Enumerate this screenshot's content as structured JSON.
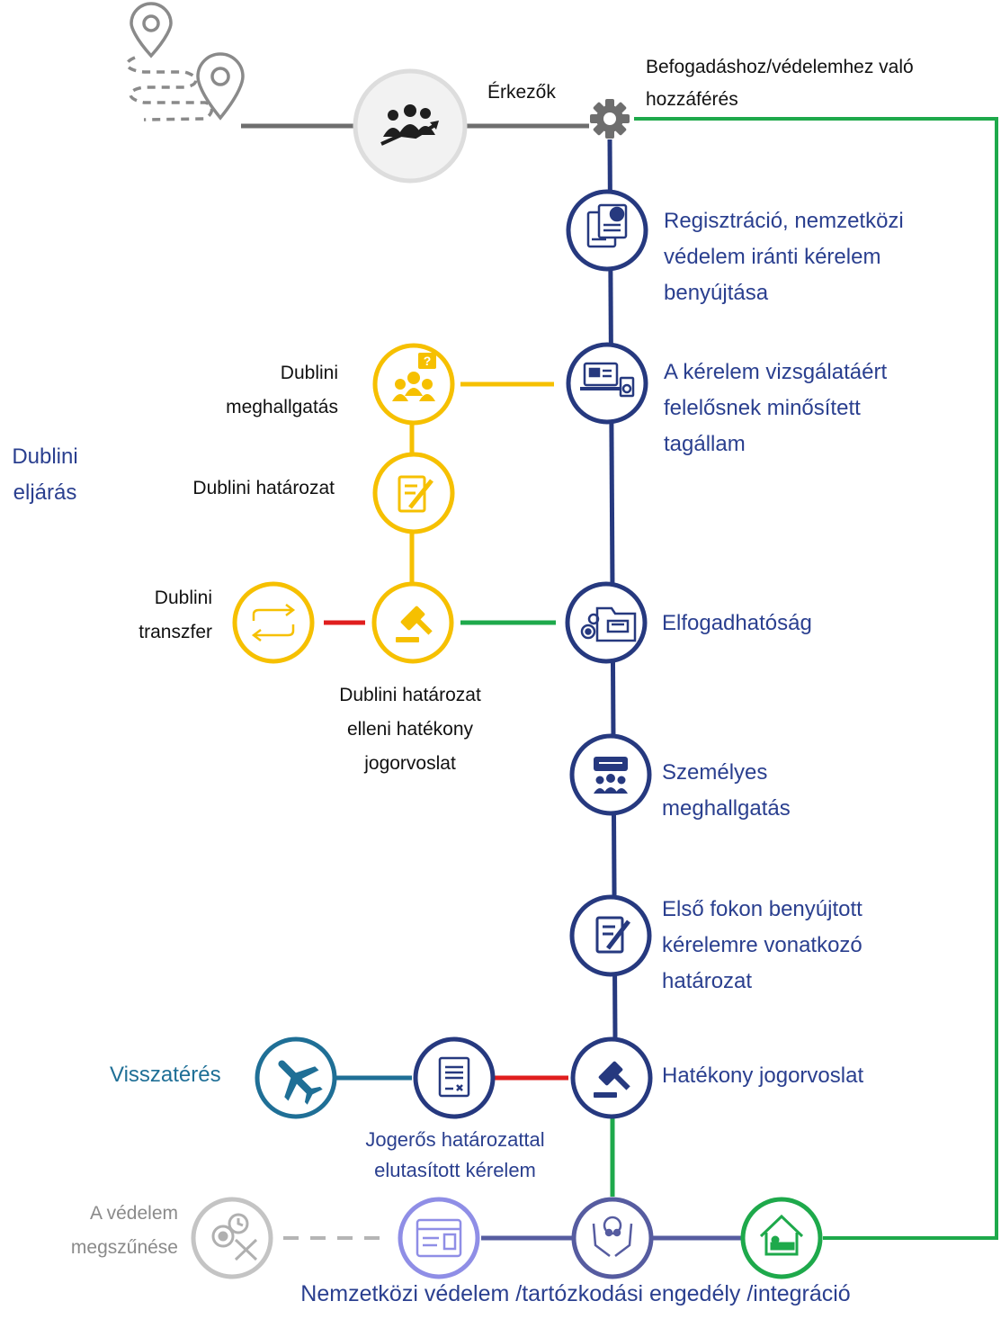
{
  "header": {
    "arrivals": "Érkezők",
    "access_line1": "Befogadáshoz/védelemhez való",
    "access_line2": "hozzáférés"
  },
  "main_flow": {
    "registration": "Regisztráció, nemzetközi\nvédelem iránti kérelem\nbenyújtása",
    "responsible_state": "A kérelem vizsgálatáért\nfelelősnek minősített\ntagállam",
    "admissibility": "Elfogadhatóság",
    "personal_interview": "Személyes\nmeghallgatás",
    "first_instance_decision": "Első fokon benyújtott\nkérelemre vonatkozó\nhatározat",
    "effective_remedy": "Hatékony jogorvoslat"
  },
  "dublin": {
    "section_title": "Dublini\neljárás",
    "interview": "Dublini\nmeghallgatás",
    "decision": "Dublini határozat",
    "transfer": "Dublini\ntranszfer",
    "appeal": "Dublini határozat\nelleni hatékony\njogorvoslat"
  },
  "rejection": {
    "return": "Visszatérés",
    "final_rejection": "Jogerős határozattal\nelutasított kérelem"
  },
  "outcome": {
    "cessation": "A védelem\nmegszűnése",
    "bottom_caption": "Nemzetközi védelem /tartózkodási engedély /integráció"
  },
  "icons": [
    "location-pins-icon",
    "migrants-group-icon",
    "gear-icon",
    "registration-documents-icon",
    "computer-documents-icon",
    "group-question-icon",
    "document-pen-icon",
    "gavel-icon",
    "transfer-arrows-icon",
    "folder-gears-icon",
    "interview-group-icon",
    "airplane-icon",
    "rejected-document-icon",
    "cessation-gear-clock-icon",
    "residence-card-icon",
    "integration-hands-icon",
    "house-bed-icon"
  ],
  "colors": {
    "navy": "#26397f",
    "yellow": "#f6c000",
    "green": "#1ea94b",
    "red": "#e01e1e",
    "grey": "#6e6e6e",
    "teal": "#1f6f96",
    "purple": "#565ca0",
    "lavender": "#8f8ee6",
    "light_grey": "#b5b5b5"
  }
}
